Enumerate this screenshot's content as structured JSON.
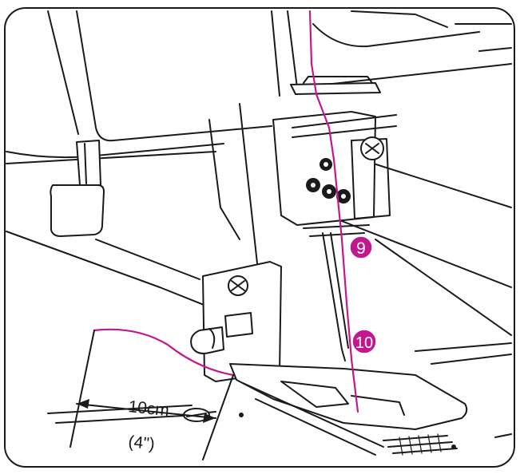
{
  "colors": {
    "thread": "#c2188f",
    "badge": "#c2188f",
    "line": "#1a1a1a",
    "background": "#ffffff"
  },
  "steps": [
    {
      "label": "9"
    },
    {
      "label": "10"
    }
  ],
  "measurement": {
    "metric": "10cm",
    "imperial": "(4\")"
  }
}
